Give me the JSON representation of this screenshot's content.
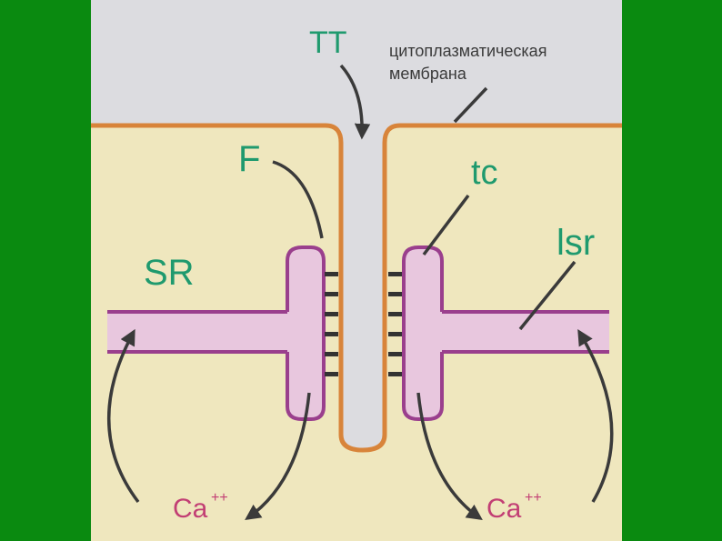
{
  "labels": {
    "tt": "TT",
    "membrane_line1": "цитоплазматическая",
    "membrane_line2": "мембрана",
    "f": "F",
    "tc": "tc",
    "sr": "SR",
    "lsr": "lsr",
    "ca_left": "Ca",
    "ca_left_charge": "++",
    "ca_right": "Ca",
    "ca_right_charge": "++"
  },
  "colors": {
    "slide_background": "#0a8a10",
    "extracellular": "#dcdce0",
    "cytoplasm": "#efe7be",
    "membrane": "#d8843a",
    "sr_outline": "#9a3f8d",
    "sr_fill": "#e8c7de",
    "label_green": "#1f9a6e",
    "label_pink": "#c23f74",
    "arrow": "#3a3a3a"
  }
}
